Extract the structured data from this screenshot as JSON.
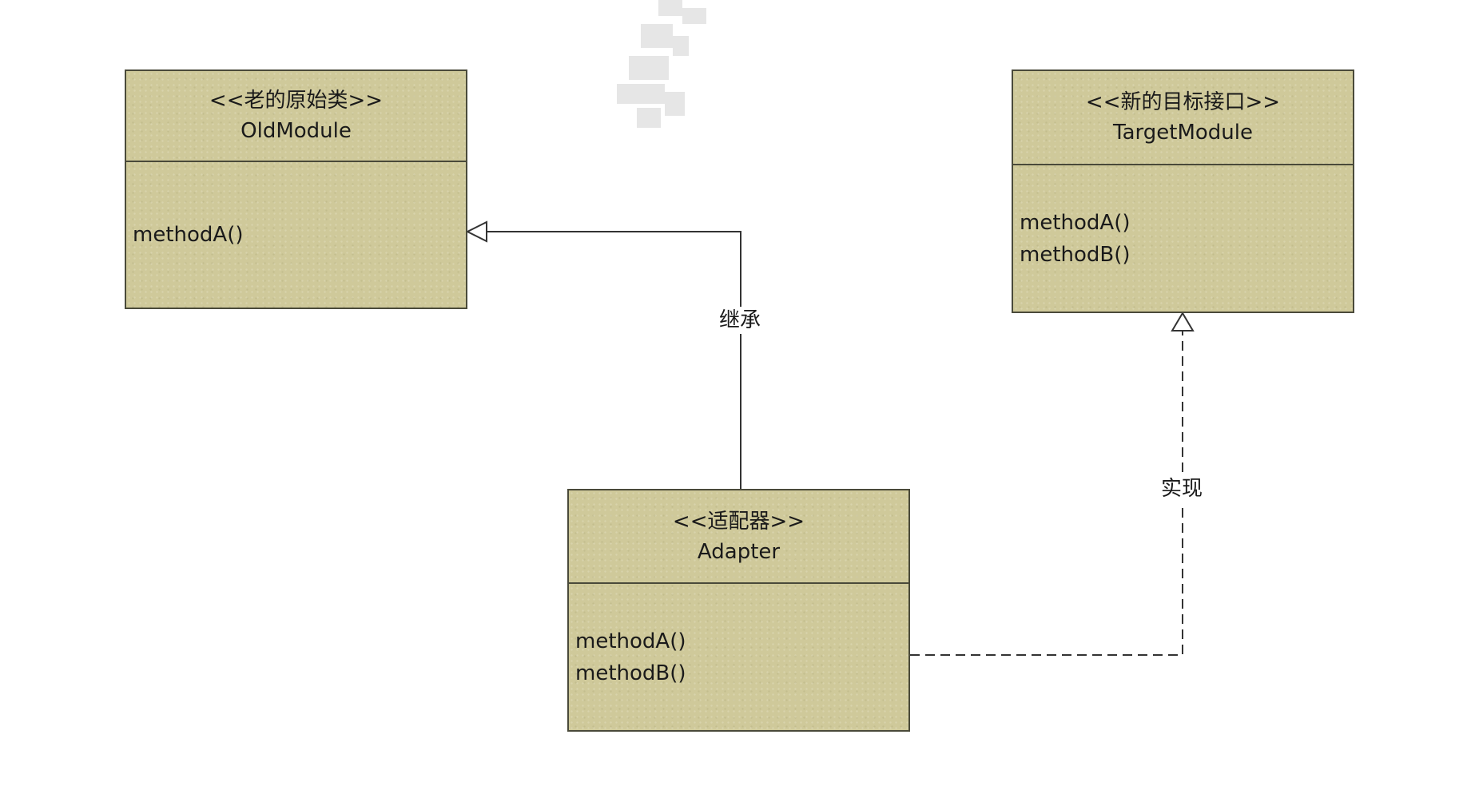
{
  "colors": {
    "box_fill": "#cfc99a",
    "box_border": "#4a4a3a",
    "line": "#333333",
    "background": "#ffffff"
  },
  "boxes": {
    "old_module": {
      "stereotype": "<<老的原始类>>",
      "name": "OldModule",
      "methods": [
        "methodA()"
      ]
    },
    "target_module": {
      "stereotype": "<<新的目标接口>>",
      "name": "TargetModule",
      "methods": [
        "methodA()",
        "methodB()"
      ]
    },
    "adapter": {
      "stereotype": "<<适配器>>",
      "name": "Adapter",
      "methods": [
        "methodA()",
        "methodB()"
      ]
    }
  },
  "connectors": {
    "inheritance": {
      "label": "继承",
      "style": "solid",
      "arrow": "hollow-triangle",
      "from": "adapter",
      "to": "old_module"
    },
    "realization": {
      "label": "实现",
      "style": "dashed",
      "arrow": "hollow-triangle",
      "from": "adapter",
      "to": "target_module"
    }
  }
}
